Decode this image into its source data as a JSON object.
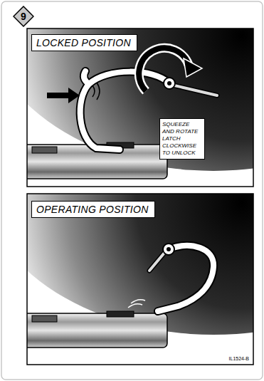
{
  "diagram": {
    "nodes": [
      {
        "text": [
          "9"
        ]
      },
      {
        "text": [
          "LOCKED POSITION"
        ]
      },
      {
        "text": [
          "SQUEEZE AND ROTATE LATCH CLOCKWISE TO UNLOCK"
        ]
      },
      {
        "text": [
          "OPERATING POSITION"
        ]
      }
    ],
    "labels": [
      "IL1524-B"
    ]
  }
}
